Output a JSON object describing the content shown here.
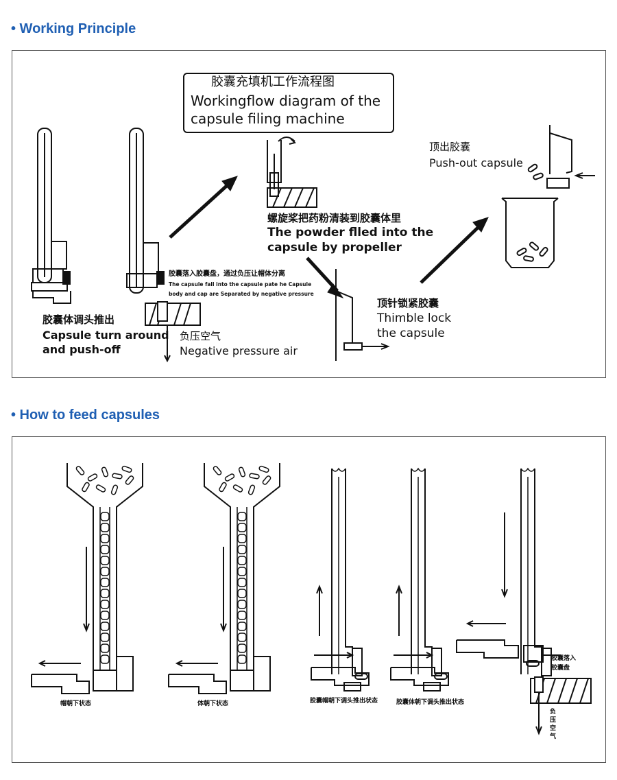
{
  "sections": [
    {
      "title": "• Working Principle"
    },
    {
      "title": "• How to feed capsules"
    }
  ],
  "working_principle": {
    "header_cn": "胶囊充填机工作流程图",
    "header_en_line1": "Workingflow diagram of the",
    "header_en_line2": "capsule filing machine",
    "turn_cn": "胶囊体调头推出",
    "turn_en_line1": "Capsule turn around",
    "turn_en_line2": "and push-off",
    "fall_cn": "胶囊落入胶囊盘，通过负压让帽体分离",
    "fall_en_line1": "The capsule fall into the capsule pate he Capsule",
    "fall_en_line2": "body and cap are Separated by negative pressure",
    "air_cn": "负压空气",
    "air_en": "Negative pressure air",
    "propeller_cn": "螺旋桨把药粉清装到胶囊体里",
    "propeller_en_line1": "The powder flled into the",
    "propeller_en_line2": "capsule by propeller",
    "thimble_cn": "顶针锁紧胶囊",
    "thimble_en_line1": "Thimble lock",
    "thimble_en_line2": "the capsule",
    "pushout_cn": "顶出胶囊",
    "pushout_en": "Push-out capsule"
  },
  "feed": {
    "label1": "帽朝下状态",
    "label2": "体朝下状态",
    "label3": "胶囊帽朝下调头推出状态",
    "label4": "胶囊体朝下调头推出状态",
    "label5_line1": "胶囊落入",
    "label5_line2": "胶囊盘",
    "label6_c1": "负",
    "label6_c2": "压",
    "label6_c3": "空",
    "label6_c4": "气"
  }
}
